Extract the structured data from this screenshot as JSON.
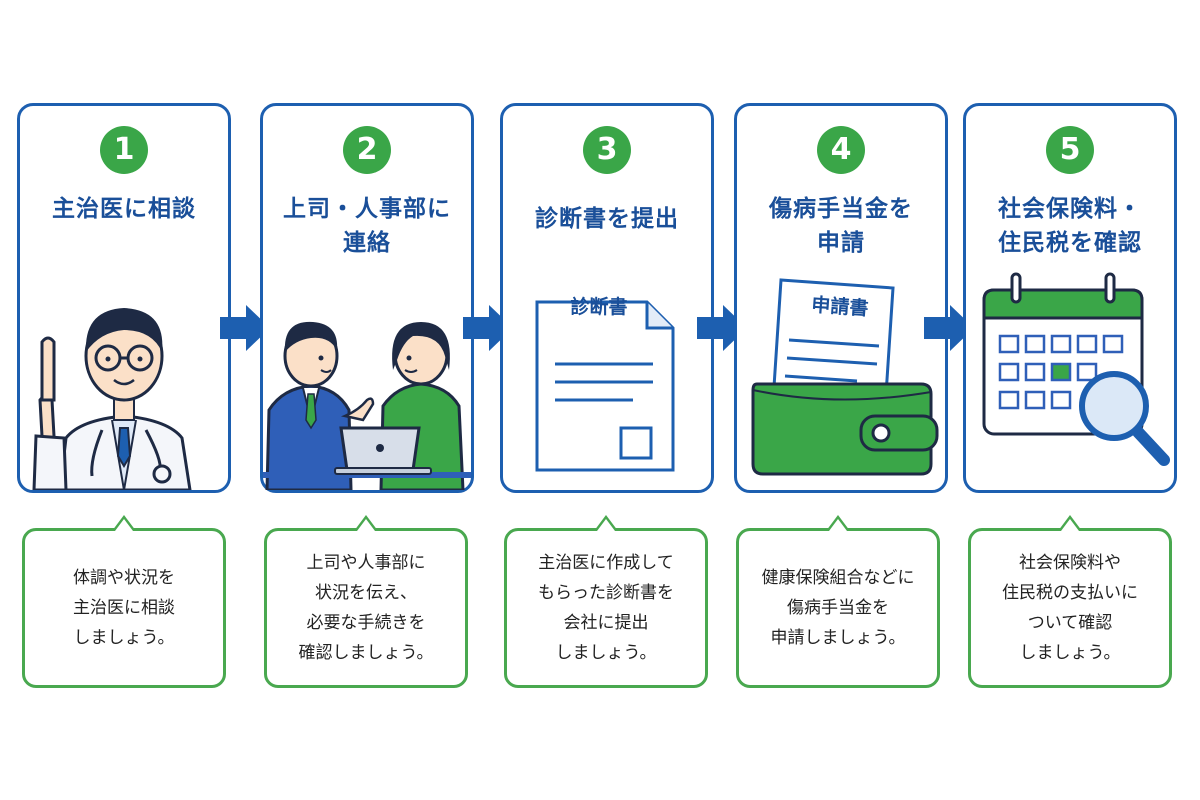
{
  "steps": [
    {
      "number": "1",
      "title": "主治医に相談",
      "description": "体調や状況を\n主治医に相談\nしましょう。"
    },
    {
      "number": "2",
      "title": "上司・人事部に\n連絡",
      "description": "上司や人事部に\n状況を伝え、\n必要な手続きを\n確認しましょう。"
    },
    {
      "number": "3",
      "title": "診断書を提出",
      "doc_label": "診断書",
      "description": "主治医に作成して\nもらった診断書を\n会社に提出\nしましょう。"
    },
    {
      "number": "4",
      "title": "傷病手当金を\n申請",
      "doc_label": "申請書",
      "description": "健康保険組合などに\n傷病手当金を\n申請しましょう。"
    },
    {
      "number": "5",
      "title": "社会保険料・\n住民税を確認",
      "description": "社会保険料や\n住民税の支払いに\nついて確認\nしましょう。"
    }
  ],
  "colors": {
    "card_border": "#1d5fb0",
    "title": "#1a4f99",
    "number_circle": "#3aa648",
    "bubble_border": "#49a84f",
    "arrow": "#1d5fb0"
  }
}
